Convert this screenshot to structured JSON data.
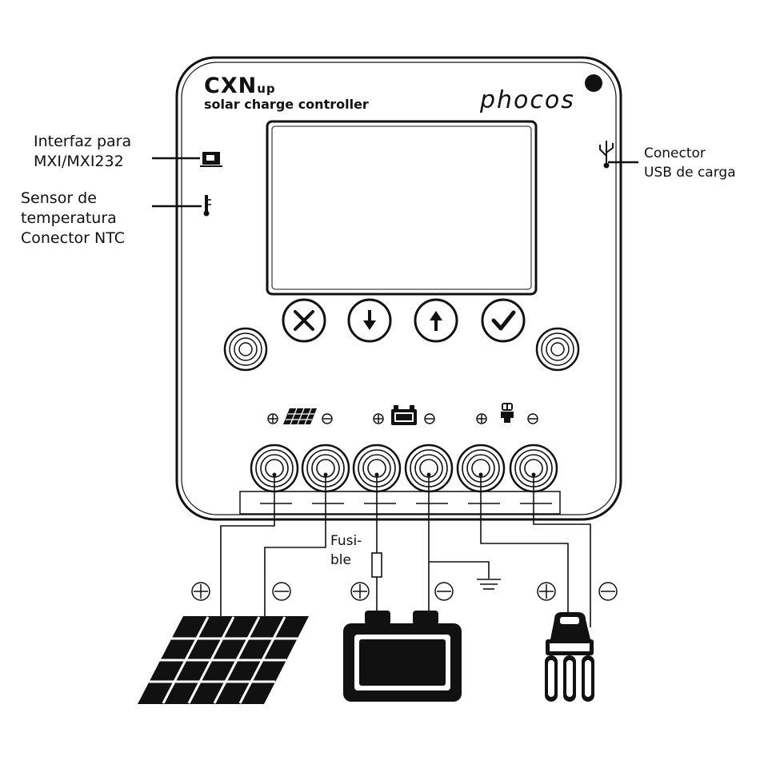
{
  "device": {
    "model": "CXN",
    "model_suffix": "up",
    "tagline": "solar charge controller",
    "brand": "phocos"
  },
  "callouts": {
    "interface": [
      "Interfaz para",
      "MXI/MXI232"
    ],
    "temperature": [
      "Sensor de",
      "temperatura",
      "Conector NTC"
    ],
    "usb": [
      "Conector",
      "USB de carga"
    ]
  },
  "fuse_label": [
    "Fusi-",
    "ble"
  ],
  "buttons": [
    {
      "icon": "close-icon"
    },
    {
      "icon": "arrow-down-icon"
    },
    {
      "icon": "arrow-up-icon"
    },
    {
      "icon": "check-icon"
    }
  ],
  "terminal_groups": [
    {
      "name": "solar",
      "icon": "solar-panel-icon"
    },
    {
      "name": "battery",
      "icon": "battery-icon"
    },
    {
      "name": "load",
      "icon": "lamp-icon"
    }
  ],
  "colors": {
    "ink": "#111111",
    "panel": "#ffffff",
    "background": "#ffffff"
  }
}
